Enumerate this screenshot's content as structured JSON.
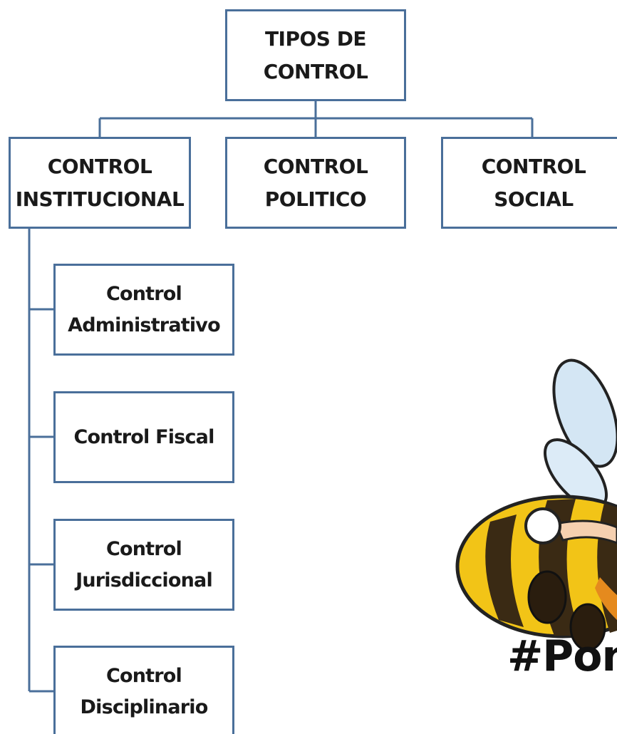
{
  "diagram": {
    "root": {
      "label": "TIPOS DE\nCONTROL"
    },
    "level1": [
      {
        "label": "CONTROL\nINSTITUCIONAL"
      },
      {
        "label": "CONTROL\nPOLITICO"
      },
      {
        "label": "CONTROL\nSOCIAL"
      }
    ],
    "institucional_children": [
      {
        "label": "Control\nAdministrativo"
      },
      {
        "label": "Control Fiscal"
      },
      {
        "label": "Control\nJurisdiccional"
      },
      {
        "label": "Control\nDisciplinario"
      }
    ],
    "box_border_color": "#4a6f9a",
    "connector_color": "#4a6f9a"
  },
  "mascot": {
    "description_icon": "bee-mascot",
    "hashtag": "#Pon",
    "colors": {
      "yellow": "#f2c417",
      "stripe": "#3a2a14",
      "wing": "#d4e6f4",
      "skin": "#f5d0b0"
    }
  }
}
